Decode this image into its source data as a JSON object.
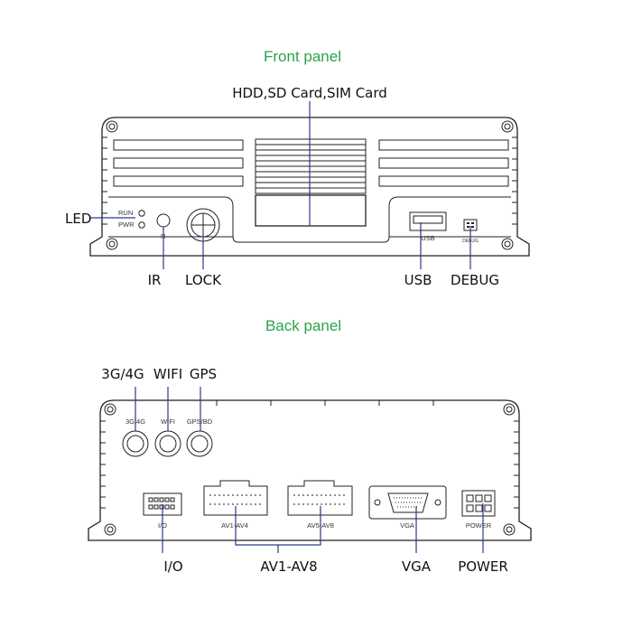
{
  "front": {
    "title": "Front panel",
    "callouts": {
      "storage": "HDD,SD Card,SIM Card",
      "led": "LED",
      "ir": "IR",
      "lock": "LOCK",
      "usb": "USB",
      "debug": "DEBUG"
    },
    "panel_labels": {
      "run": "RUN",
      "pwr": "PWR",
      "ir": "R",
      "usb": "USB",
      "debug": "DEBUG"
    }
  },
  "back": {
    "title": "Back panel",
    "callouts": {
      "cell": "3G/4G",
      "wifi": "WIFI",
      "gps": "GPS",
      "io": "I/O",
      "av": "AV1-AV8",
      "vga": "VGA",
      "power": "POWER"
    },
    "panel_labels": {
      "cell": "3G/4G",
      "wifi": "WIFI",
      "gps": "GPS/BD",
      "io": "I/O",
      "av14": "AV1-AV4",
      "av58": "AV5-AV8",
      "vga": "VGA",
      "power": "POWER"
    }
  },
  "colors": {
    "heading": "#2ca24c",
    "leader_line": "#2b3a8c",
    "outline": "#222222"
  }
}
